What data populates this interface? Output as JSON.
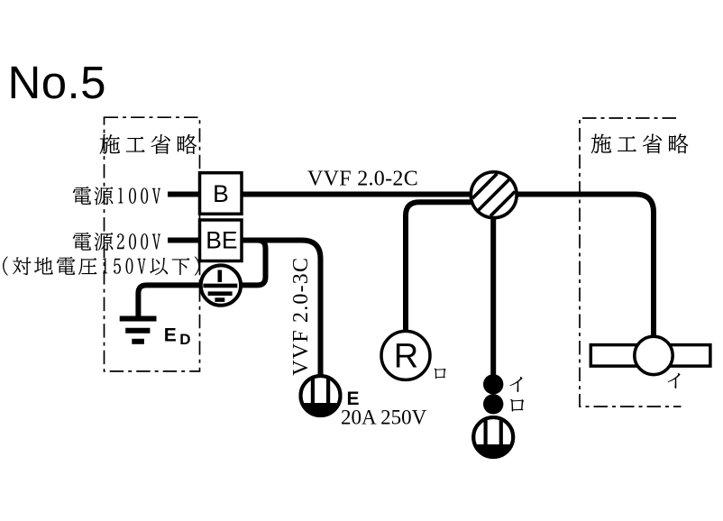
{
  "colors": {
    "background": "#ffffff",
    "ink": "#000000",
    "title": "#3b3b3b"
  },
  "title": "No.5",
  "diagram": {
    "omission_left": "施工省略",
    "omission_right": "施工省略",
    "source_100v": "電源100V",
    "source_200v": "電源200V",
    "voltage_note": "（対地電圧150V以下）",
    "cable_top": "VVF 2.0-2C",
    "cable_branch": "VVF 2.0-3C",
    "breaker": "B",
    "leakage_breaker": "BE",
    "earth_label": "E",
    "earth_label_sub": "D",
    "lamp_receptacle": "R",
    "lamp_receptacle_circuit": "ロ",
    "switch_top_circuit": "イ",
    "switch_bottom_circuit": "ロ",
    "outlet_earth": "E",
    "outlet_rating": "20A 250V",
    "light_circuit": "イ"
  }
}
